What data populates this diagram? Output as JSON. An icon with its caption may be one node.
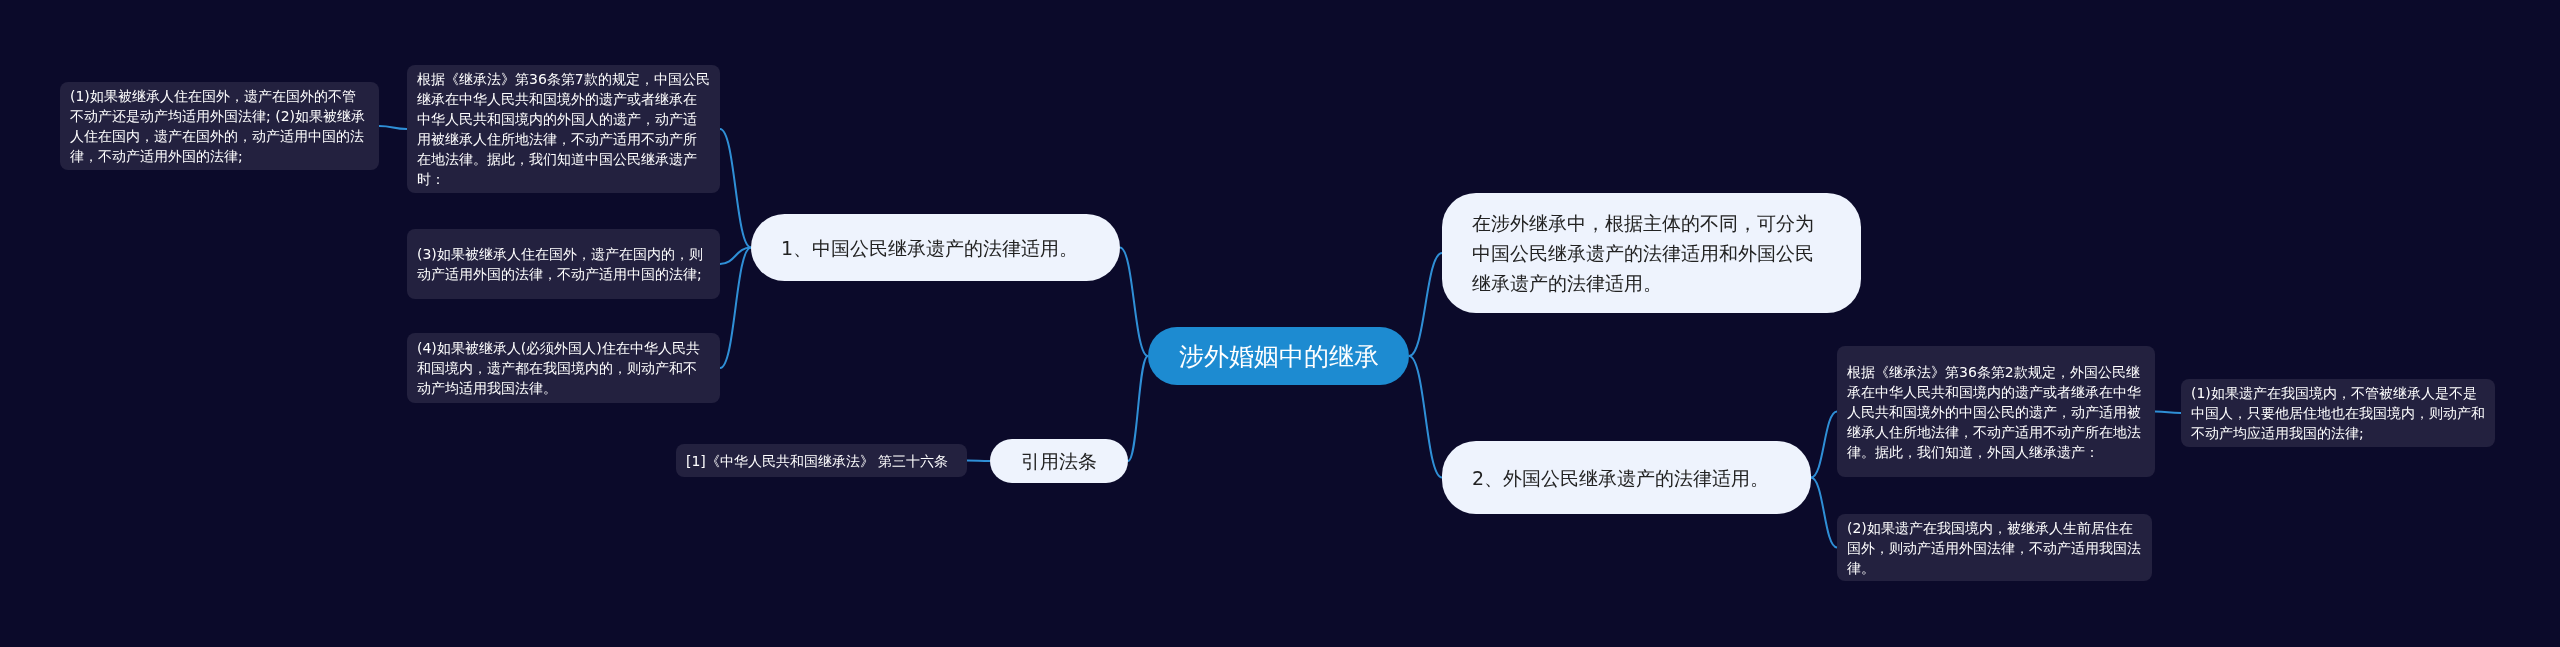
{
  "diagram": {
    "nodes": [
      {
        "text": [
          "涉外婚姻中的继承"
        ]
      },
      {
        "text": [
          "1、中国公民继承遗产的法律适用。"
        ]
      },
      {
        "text": [
          "根据《继承法》第36条第7款的规定，中国公民继承在中华人民共和国境外的遗产或者继承在中华人民共和国境内的外国人的遗产，动产适用被继承人住所地法律，不动产适用不动产所在地法律。据此，我们知道中国公民继承遗产时："
        ]
      },
      {
        "text": [
          "(1)如果被继承人住在国外，遗产在国外的不管不动产还是动产均适用外国法律; (2)如果被继承人住在国内，遗产在国外的，动产适用中国的法律，不动产适用外国的法律;"
        ]
      },
      {
        "text": [
          "(3)如果被继承人住在国外，遗产在国内的，则动产适用外国的法律，不动产适用中国的法律;"
        ]
      },
      {
        "text": [
          "(4)如果被继承人(必须外国人)住在中华人民共和国境内，遗产都在我国境内的，则动产和不动产均适用我国法律。"
        ]
      },
      {
        "text": [
          "引用法条"
        ]
      },
      {
        "text": [
          "[1]《中华人民共和国继承法》 第三十六条"
        ]
      },
      {
        "text": [
          "在涉外继承中，根据主体的不同，可分为中国公民继承遗产的法律适用和外国公民继承遗产的法律适用。"
        ]
      },
      {
        "text": [
          "2、外国公民继承遗产的法律适用。"
        ]
      },
      {
        "text": [
          "根据《继承法》第36条第2款规定，外国公民继承在中华人民共和国境内的遗产或者继承在中华人民共和国境外的中国公民的遗产，动产适用被继承人住所地法律，不动产适用不动产所在地法律。据此，我们知道，外国人继承遗产："
        ]
      },
      {
        "text": [
          "(1)如果遗产在我国境内，不管被继承人是不是中国人，只要他居住地也在我国境内，则动产和不动产均应适用我国的法律;"
        ]
      },
      {
        "text": [
          "(2)如果遗产在我国境内，被继承人生前居住在国外，则动产适用外国法律，不动产适用我国法律。"
        ]
      }
    ],
    "edges": [
      {
        "from": 0,
        "to": 1,
        "arrow": "none"
      },
      {
        "from": 1,
        "to": 2,
        "arrow": "none"
      },
      {
        "from": 2,
        "to": 3,
        "arrow": "none"
      },
      {
        "from": 1,
        "to": 4,
        "arrow": "none"
      },
      {
        "from": 1,
        "to": 5,
        "arrow": "none"
      },
      {
        "from": 0,
        "to": 6,
        "arrow": "none"
      },
      {
        "from": 6,
        "to": 7,
        "arrow": "none"
      },
      {
        "from": 0,
        "to": 8,
        "arrow": "none"
      },
      {
        "from": 0,
        "to": 9,
        "arrow": "none"
      },
      {
        "from": 9,
        "to": 10,
        "arrow": "none"
      },
      {
        "from": 10,
        "to": 11,
        "arrow": "none"
      },
      {
        "from": 9,
        "to": 12,
        "arrow": "none"
      }
    ]
  }
}
